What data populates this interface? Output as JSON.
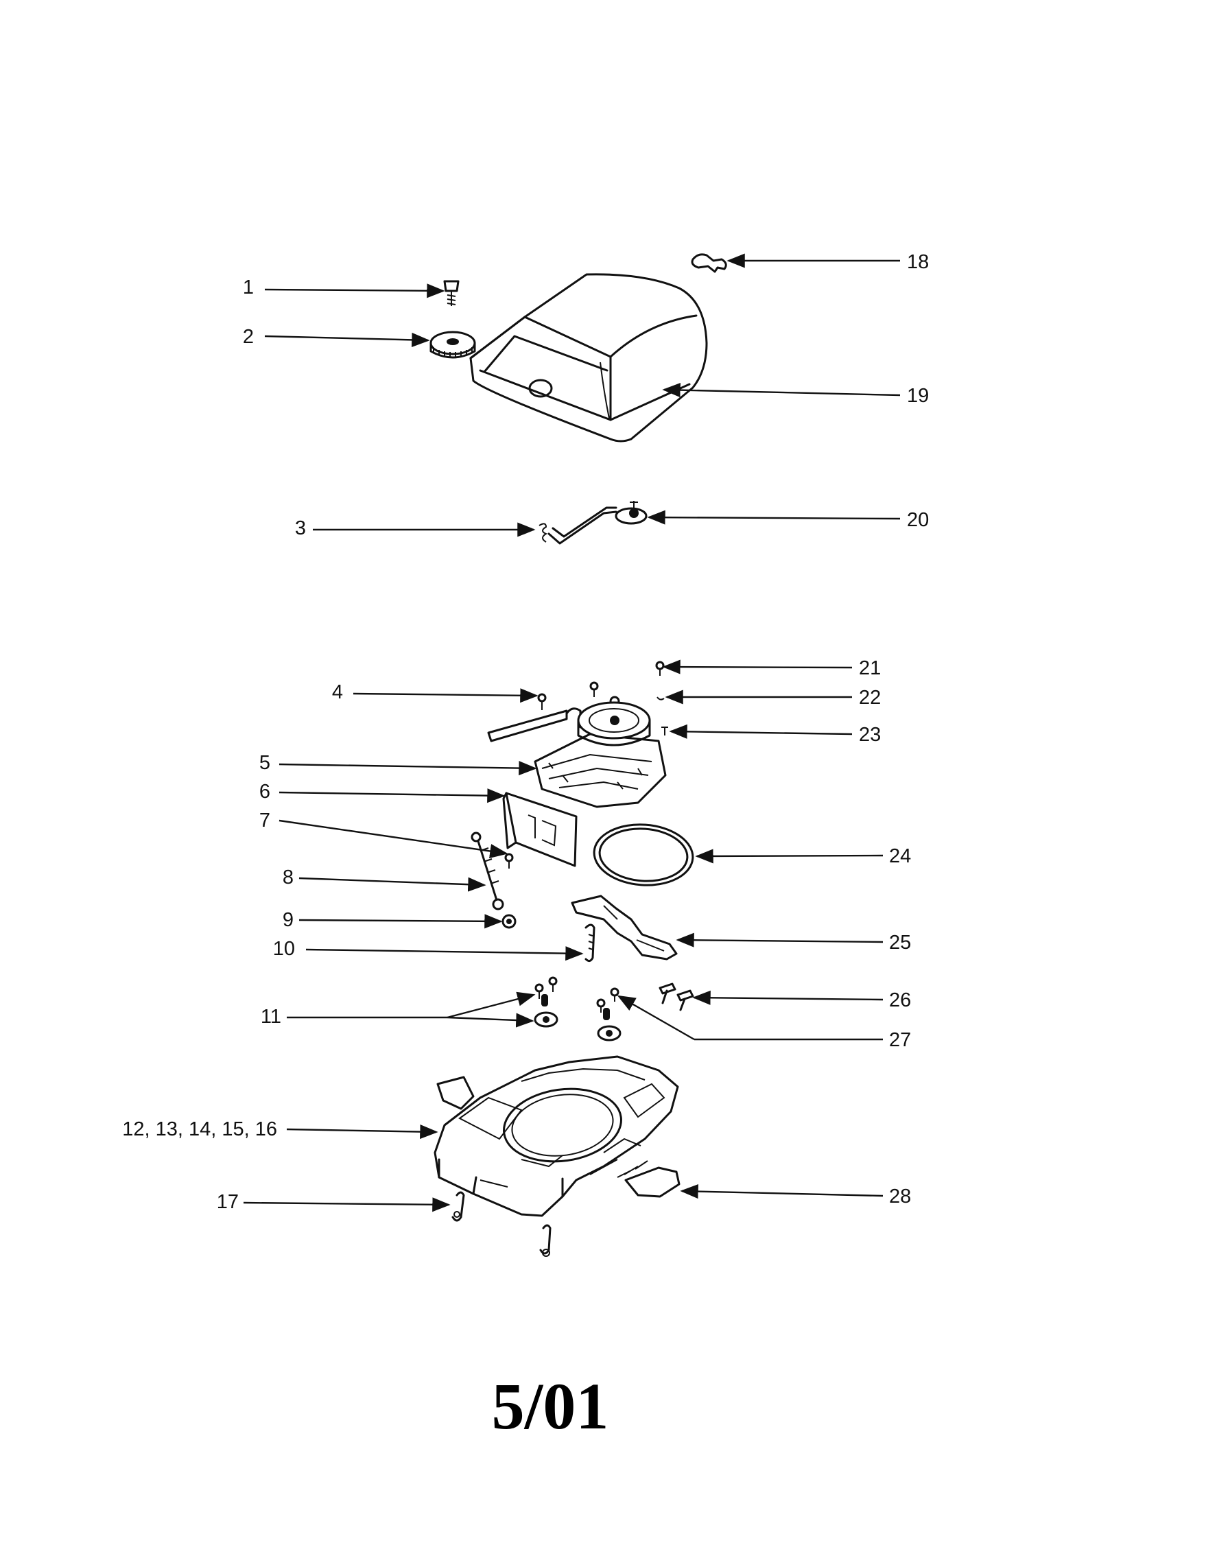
{
  "callouts": {
    "c1": "1",
    "c2": "2",
    "c3": "3",
    "c4": "4",
    "c5": "5",
    "c6": "6",
    "c7": "7",
    "c8": "8",
    "c9": "9",
    "c10": "10",
    "c11": "11",
    "c12_16": "12, 13, 14, 15, 16",
    "c17": "17",
    "c18": "18",
    "c19": "19",
    "c20": "20",
    "c21": "21",
    "c22": "22",
    "c23": "23",
    "c24": "24",
    "c25": "25",
    "c26": "26",
    "c27": "27",
    "c28": "28"
  },
  "footer": {
    "date": "5/01"
  }
}
